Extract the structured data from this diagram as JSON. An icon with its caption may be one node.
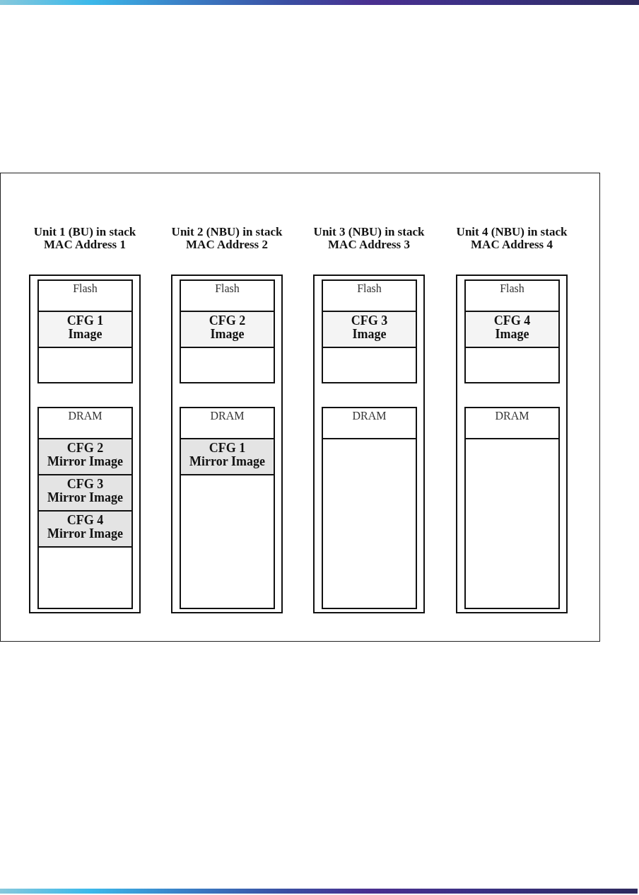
{
  "diagram": {
    "nodes": [
      {
        "text": [
          "Unit 1 (BU) in stack",
          "MAC Address 1"
        ]
      },
      {
        "text": [
          "Flash"
        ],
        "in": 0
      },
      {
        "text": [
          "CFG 1",
          "Image"
        ],
        "in": 0
      },
      {
        "text": [],
        "shape": "box",
        "in": 0
      },
      {
        "text": [
          "DRAM"
        ],
        "in": 0
      },
      {
        "text": [
          "CFG 2",
          "Mirror Image"
        ],
        "in": 0
      },
      {
        "text": [
          "CFG 3",
          "Mirror Image"
        ],
        "in": 0
      },
      {
        "text": [
          "CFG 4",
          "Mirror Image"
        ],
        "in": 0
      },
      {
        "text": [],
        "shape": "box",
        "in": 0
      },
      {
        "text": [
          "Unit 2 (NBU) in stack",
          "MAC Address 2"
        ]
      },
      {
        "text": [
          "Flash"
        ],
        "in": 9
      },
      {
        "text": [
          "CFG 2",
          "Image"
        ],
        "in": 9
      },
      {
        "text": [],
        "shape": "box",
        "in": 9
      },
      {
        "text": [
          "DRAM"
        ],
        "in": 9
      },
      {
        "text": [
          "CFG 1",
          "Mirror Image"
        ],
        "in": 9
      },
      {
        "text": [],
        "shape": "box",
        "in": 9
      },
      {
        "text": [
          "Unit 3 (NBU) in stack",
          "MAC Address 3"
        ]
      },
      {
        "text": [
          "Flash"
        ],
        "in": 16
      },
      {
        "text": [
          "CFG 3",
          "Image"
        ],
        "in": 16
      },
      {
        "text": [],
        "shape": "box",
        "in": 16
      },
      {
        "text": [
          "DRAM"
        ],
        "in": 16
      },
      {
        "text": [],
        "shape": "box",
        "in": 16
      },
      {
        "text": [
          "Unit 4 (NBU) in stack",
          "MAC Address 4"
        ]
      },
      {
        "text": [
          "Flash"
        ],
        "in": 22
      },
      {
        "text": [
          "CFG 4",
          "Image"
        ],
        "in": 22
      },
      {
        "text": [],
        "shape": "box",
        "in": 22
      },
      {
        "text": [
          "DRAM"
        ],
        "in": 22
      },
      {
        "text": [],
        "shape": "box",
        "in": 22
      }
    ]
  }
}
